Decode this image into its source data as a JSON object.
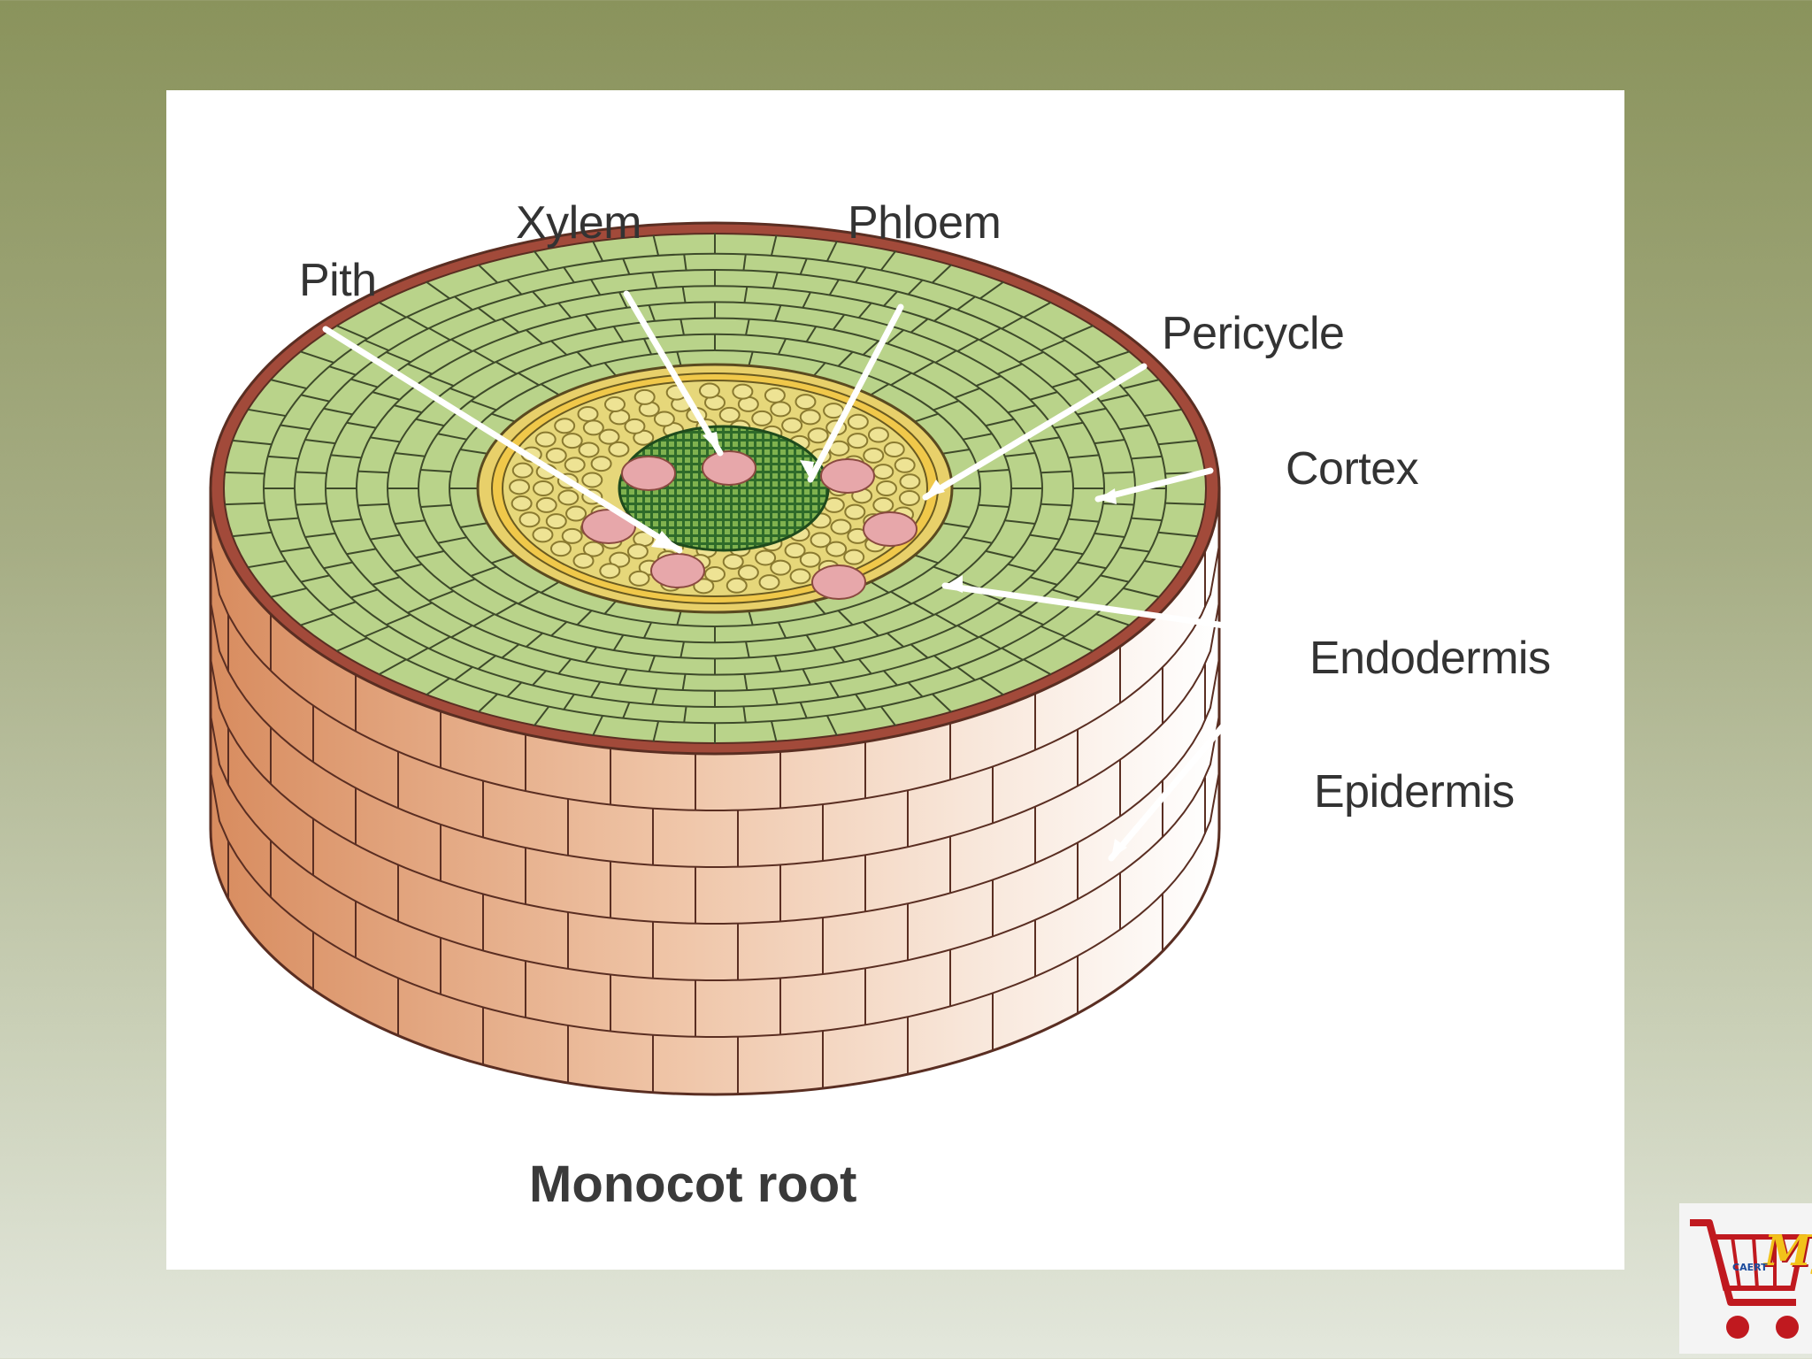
{
  "diagram": {
    "caption": "Monocot root",
    "labels": {
      "pith": "Pith",
      "xylem": "Xylem",
      "phloem": "Phloem",
      "pericycle": "Pericycle",
      "cortex": "Cortex",
      "endodermis": "Endodermis",
      "epidermis": "Epidermis"
    },
    "colors": {
      "cortex_green": "#b9d38a",
      "outer_rim": "#a24a3a",
      "pith_dark": "#2f6b2a",
      "xylem_pink": "#e7a7aa",
      "stele_yellow": "#e6d77a",
      "side_wall": "#e0a079"
    }
  },
  "logo": {
    "text": "My",
    "subtext": "CAERT"
  }
}
